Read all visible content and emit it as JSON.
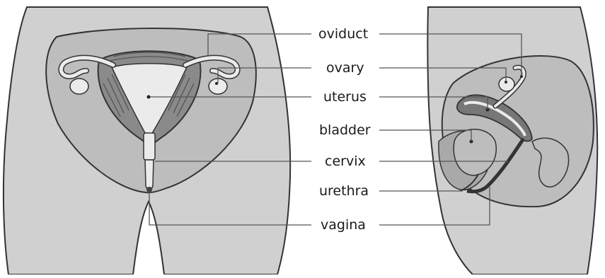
{
  "labels": {
    "oviduct": "oviduct",
    "ovary": "ovary",
    "uterus": "uterus",
    "bladder": "bladder",
    "cervix": "cervix",
    "urethra": "urethra",
    "vagina": "vagina"
  },
  "colors": {
    "skin": "#d0d0d0",
    "pelvis": "#bdbdbd",
    "organ_light": "#ebebeb",
    "organ_mid": "#a9a9a9",
    "organ_dark": "#777777",
    "outline": "#333333",
    "leader": "#555555"
  }
}
